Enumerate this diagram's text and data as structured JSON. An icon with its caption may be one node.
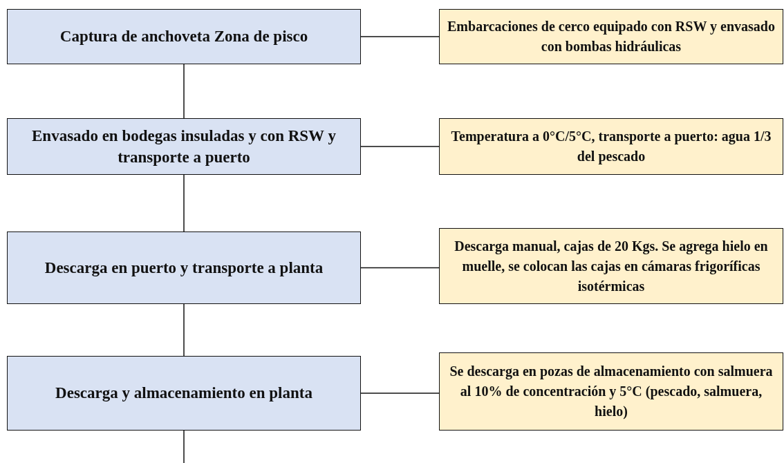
{
  "diagram": {
    "nodes": [
      {
        "text": [
          "Captura de anchoveta Zona de pisco"
        ]
      },
      {
        "text": [
          "Embarcaciones de cerco equipado con RSW y envasado con bombas hidráulicas"
        ]
      },
      {
        "text": [
          "Envasado en bodegas insuladas y con RSW y transporte a puerto"
        ]
      },
      {
        "text": [
          "Temperatura a 0°C/5°C, transporte a puerto: agua 1/3 del pescado"
        ]
      },
      {
        "text": [
          "Descarga en puerto y transporte a planta"
        ]
      },
      {
        "text": [
          "Descarga manual, cajas de 20 Kgs. Se agrega hielo en muelle, se colocan las cajas en cámaras frigoríficas isotérmicas"
        ]
      },
      {
        "text": [
          "Descarga y almacenamiento en planta"
        ]
      },
      {
        "text": [
          "Se descarga en pozas de almacenamiento con salmuera al 10% de concentración y 5°C (pescado, salmuera, hielo)"
        ]
      }
    ],
    "edges": [
      {
        "from": 0,
        "to": 1,
        "arrow": "none"
      },
      {
        "from": 0,
        "to": 2,
        "arrow": "none"
      },
      {
        "from": 2,
        "to": 3,
        "arrow": "none"
      },
      {
        "from": 2,
        "to": 4,
        "arrow": "none"
      },
      {
        "from": 4,
        "to": 5,
        "arrow": "none"
      },
      {
        "from": 4,
        "to": 6,
        "arrow": "none"
      },
      {
        "from": 6,
        "to": 7,
        "arrow": "none"
      },
      {
        "from": 6,
        "to": null,
        "arrow": "none"
      }
    ]
  }
}
